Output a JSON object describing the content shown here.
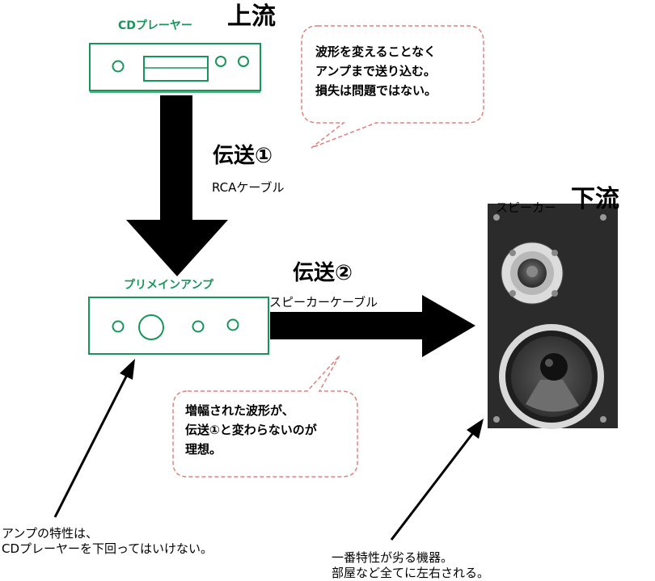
{
  "colors": {
    "device_outline": "#17955a",
    "bubble_border": "#e08080",
    "arrow": "#000000",
    "speaker_body": "#2b2b2b"
  },
  "cd_player": {
    "label": "CDプレーヤー",
    "tag": "上流"
  },
  "transfer1": {
    "title": "伝送①",
    "cable": "RCAケーブル"
  },
  "bubble1": {
    "lines": [
      "波形を変えることなく",
      "アンプまで送り込む。",
      "損失は問題ではない。"
    ]
  },
  "preamp": {
    "label": "プリメインアンプ"
  },
  "transfer2": {
    "title": "伝送②",
    "cable": "スピーカーケーブル"
  },
  "speaker": {
    "label": "スピーカー",
    "tag": "下流"
  },
  "bubble2": {
    "lines": [
      "増幅された波形が、",
      "伝送①と変わらないのが",
      "理想。"
    ]
  },
  "note_amp": {
    "lines": [
      "アンプの特性は、",
      "CDプレーヤーを下回ってはいけない。"
    ]
  },
  "note_speaker": {
    "lines": [
      "一番特性が劣る機器。",
      "部屋など全てに左右される。"
    ]
  }
}
